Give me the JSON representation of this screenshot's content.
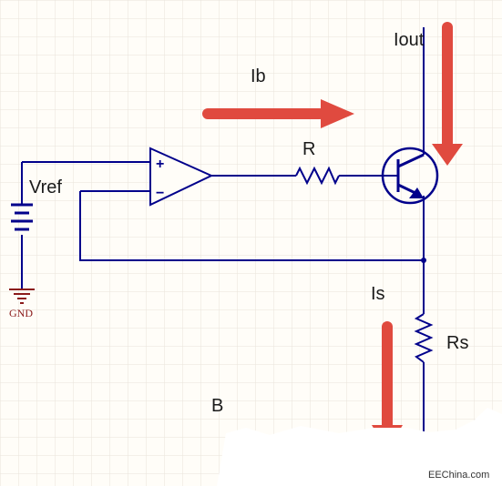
{
  "labels": {
    "iout": "Iout",
    "ib": "Ib",
    "r": "R",
    "vref": "Vref",
    "gnd": "GND",
    "is": "Is",
    "rs": "Rs",
    "b": "B",
    "plus": "+",
    "minus": "−"
  },
  "watermark": "EEChina.com",
  "colors": {
    "wire": "#00008b",
    "arrow": "#e04a3f",
    "ground": "#8b1a1a",
    "grid": "#e9e4da",
    "background": "#fffdf8"
  },
  "components": [
    "op-amp",
    "npn-transistor",
    "resistor-r",
    "resistor-rs",
    "battery-vref",
    "ground-symbol"
  ]
}
